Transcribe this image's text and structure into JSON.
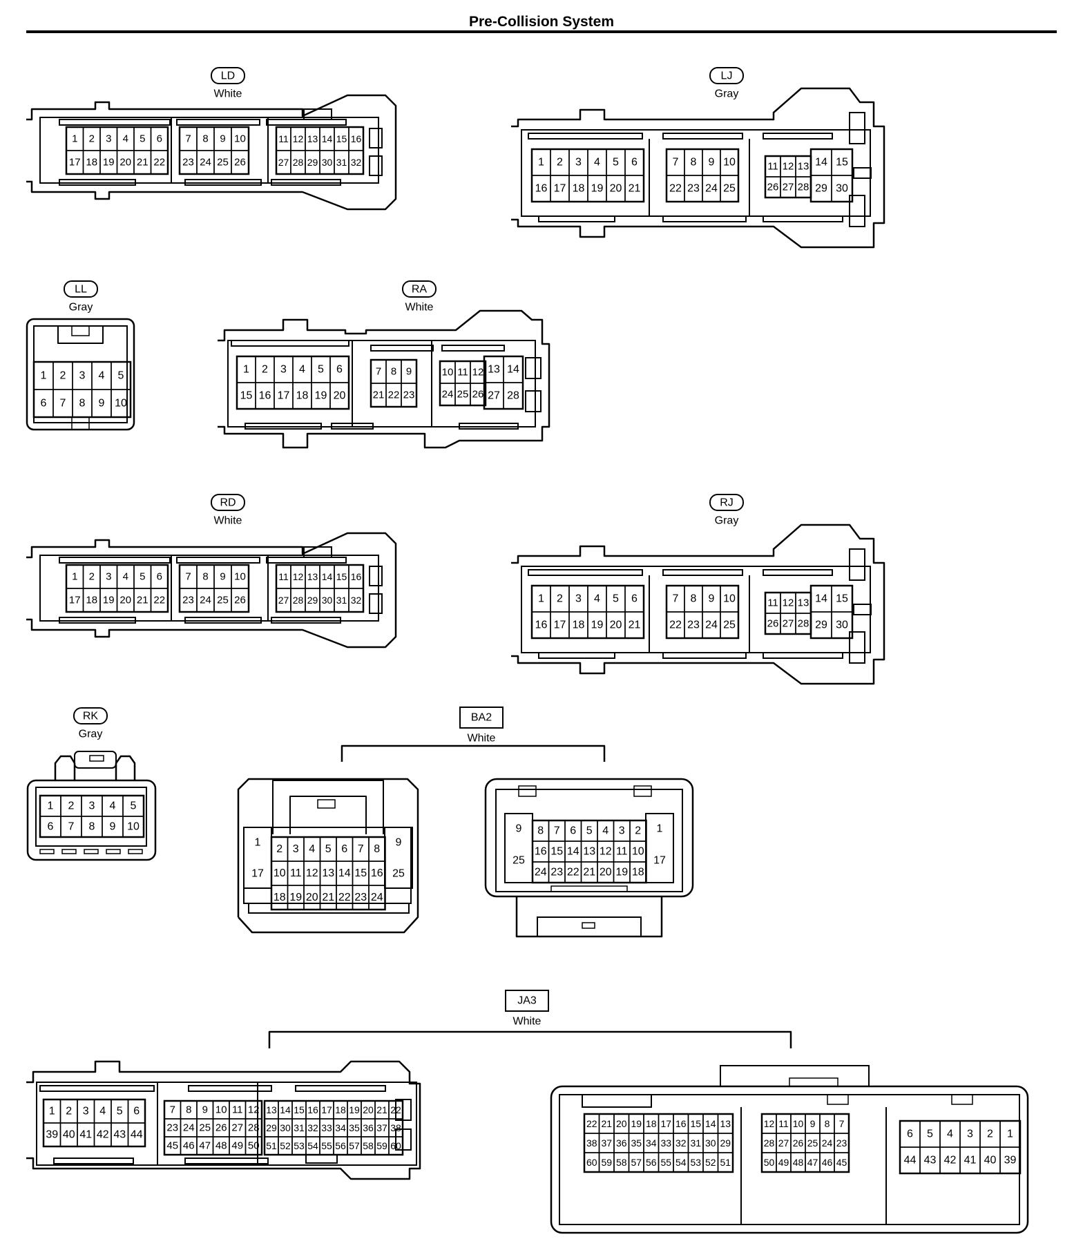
{
  "title": "Pre-Collision System",
  "connectors": [
    {
      "code": "LD",
      "color": "White",
      "pins": [
        [
          "1",
          "2",
          "3",
          "4",
          "5",
          "6"
        ],
        [
          "17",
          "18",
          "19",
          "20",
          "21",
          "22"
        ],
        [
          "7",
          "8",
          "9",
          "10"
        ],
        [
          "23",
          "24",
          "25",
          "26"
        ],
        [
          "11",
          "12",
          "13",
          "14",
          "15",
          "16"
        ],
        [
          "27",
          "28",
          "29",
          "30",
          "31",
          "32"
        ]
      ]
    },
    {
      "code": "LJ",
      "color": "Gray",
      "pins": [
        [
          "1",
          "2",
          "3",
          "4",
          "5",
          "6"
        ],
        [
          "16",
          "17",
          "18",
          "19",
          "20",
          "21"
        ],
        [
          "7",
          "8",
          "9",
          "10"
        ],
        [
          "22",
          "23",
          "24",
          "25"
        ],
        [
          "11",
          "12",
          "13"
        ],
        [
          "26",
          "27",
          "28"
        ],
        [
          "14",
          "15"
        ],
        [
          "29",
          "30"
        ]
      ]
    },
    {
      "code": "LL",
      "color": "Gray",
      "pins": [
        [
          "1",
          "2",
          "3",
          "4",
          "5"
        ],
        [
          "6",
          "7",
          "8",
          "9",
          "10"
        ]
      ]
    },
    {
      "code": "RA",
      "color": "White",
      "pins": [
        [
          "1",
          "2",
          "3",
          "4",
          "5",
          "6"
        ],
        [
          "15",
          "16",
          "17",
          "18",
          "19",
          "20"
        ],
        [
          "7",
          "8",
          "9"
        ],
        [
          "21",
          "22",
          "23"
        ],
        [
          "10",
          "11",
          "12"
        ],
        [
          "24",
          "25",
          "26"
        ],
        [
          "13",
          "14"
        ],
        [
          "27",
          "28"
        ]
      ]
    },
    {
      "code": "RD",
      "color": "White",
      "pins": [
        [
          "1",
          "2",
          "3",
          "4",
          "5",
          "6"
        ],
        [
          "17",
          "18",
          "19",
          "20",
          "21",
          "22"
        ],
        [
          "7",
          "8",
          "9",
          "10"
        ],
        [
          "23",
          "24",
          "25",
          "26"
        ],
        [
          "11",
          "12",
          "13",
          "14",
          "15",
          "16"
        ],
        [
          "27",
          "28",
          "29",
          "30",
          "31",
          "32"
        ]
      ]
    },
    {
      "code": "RJ",
      "color": "Gray",
      "pins": [
        [
          "1",
          "2",
          "3",
          "4",
          "5",
          "6"
        ],
        [
          "16",
          "17",
          "18",
          "19",
          "20",
          "21"
        ],
        [
          "7",
          "8",
          "9",
          "10"
        ],
        [
          "22",
          "23",
          "24",
          "25"
        ],
        [
          "11",
          "12",
          "13"
        ],
        [
          "26",
          "27",
          "28"
        ],
        [
          "14",
          "15"
        ],
        [
          "29",
          "30"
        ]
      ]
    },
    {
      "code": "RK",
      "color": "Gray",
      "pins": [
        [
          "1",
          "2",
          "3",
          "4",
          "5"
        ],
        [
          "6",
          "7",
          "8",
          "9",
          "10"
        ]
      ]
    },
    {
      "code": "BA2",
      "color": "White",
      "pins": [
        [
          "1",
          "17"
        ],
        [
          "2",
          "3",
          "4",
          "5",
          "6",
          "7",
          "8"
        ],
        [
          "10",
          "11",
          "12",
          "13",
          "14",
          "15",
          "16"
        ],
        [
          "18",
          "19",
          "20",
          "21",
          "22",
          "23",
          "24"
        ],
        [
          "9",
          "25"
        ],
        [
          "9",
          "25"
        ],
        [
          "8",
          "7",
          "6",
          "5",
          "4",
          "3",
          "2"
        ],
        [
          "16",
          "15",
          "14",
          "13",
          "12",
          "11",
          "10"
        ],
        [
          "24",
          "23",
          "22",
          "21",
          "20",
          "19",
          "18"
        ],
        [
          "1",
          "17"
        ]
      ]
    },
    {
      "code": "JA3",
      "color": "White",
      "pins": [
        [
          "1",
          "2",
          "3",
          "4",
          "5",
          "6"
        ],
        [
          "39",
          "40",
          "41",
          "42",
          "43",
          "44"
        ],
        [
          "7",
          "8",
          "9",
          "10",
          "11",
          "12"
        ],
        [
          "23",
          "24",
          "25",
          "26",
          "27",
          "28"
        ],
        [
          "45",
          "46",
          "47",
          "48",
          "49",
          "50"
        ],
        [
          "13",
          "14",
          "15",
          "16",
          "17",
          "18",
          "19",
          "20",
          "21",
          "22"
        ],
        [
          "29",
          "30",
          "31",
          "32",
          "33",
          "34",
          "35",
          "36",
          "37",
          "38"
        ],
        [
          "51",
          "52",
          "53",
          "54",
          "55",
          "56",
          "57",
          "58",
          "59",
          "60"
        ],
        [
          "22",
          "21",
          "20",
          "19",
          "18",
          "17",
          "16",
          "15",
          "14",
          "13"
        ],
        [
          "38",
          "37",
          "36",
          "35",
          "34",
          "33",
          "32",
          "31",
          "30",
          "29"
        ],
        [
          "60",
          "59",
          "58",
          "57",
          "56",
          "55",
          "54",
          "53",
          "52",
          "51"
        ],
        [
          "12",
          "11",
          "10",
          "9",
          "8",
          "7"
        ],
        [
          "28",
          "27",
          "26",
          "25",
          "24",
          "23"
        ],
        [
          "50",
          "49",
          "48",
          "47",
          "46",
          "45"
        ],
        [
          "6",
          "5",
          "4",
          "3",
          "2",
          "1"
        ],
        [
          "44",
          "43",
          "42",
          "41",
          "40",
          "39"
        ]
      ]
    }
  ]
}
